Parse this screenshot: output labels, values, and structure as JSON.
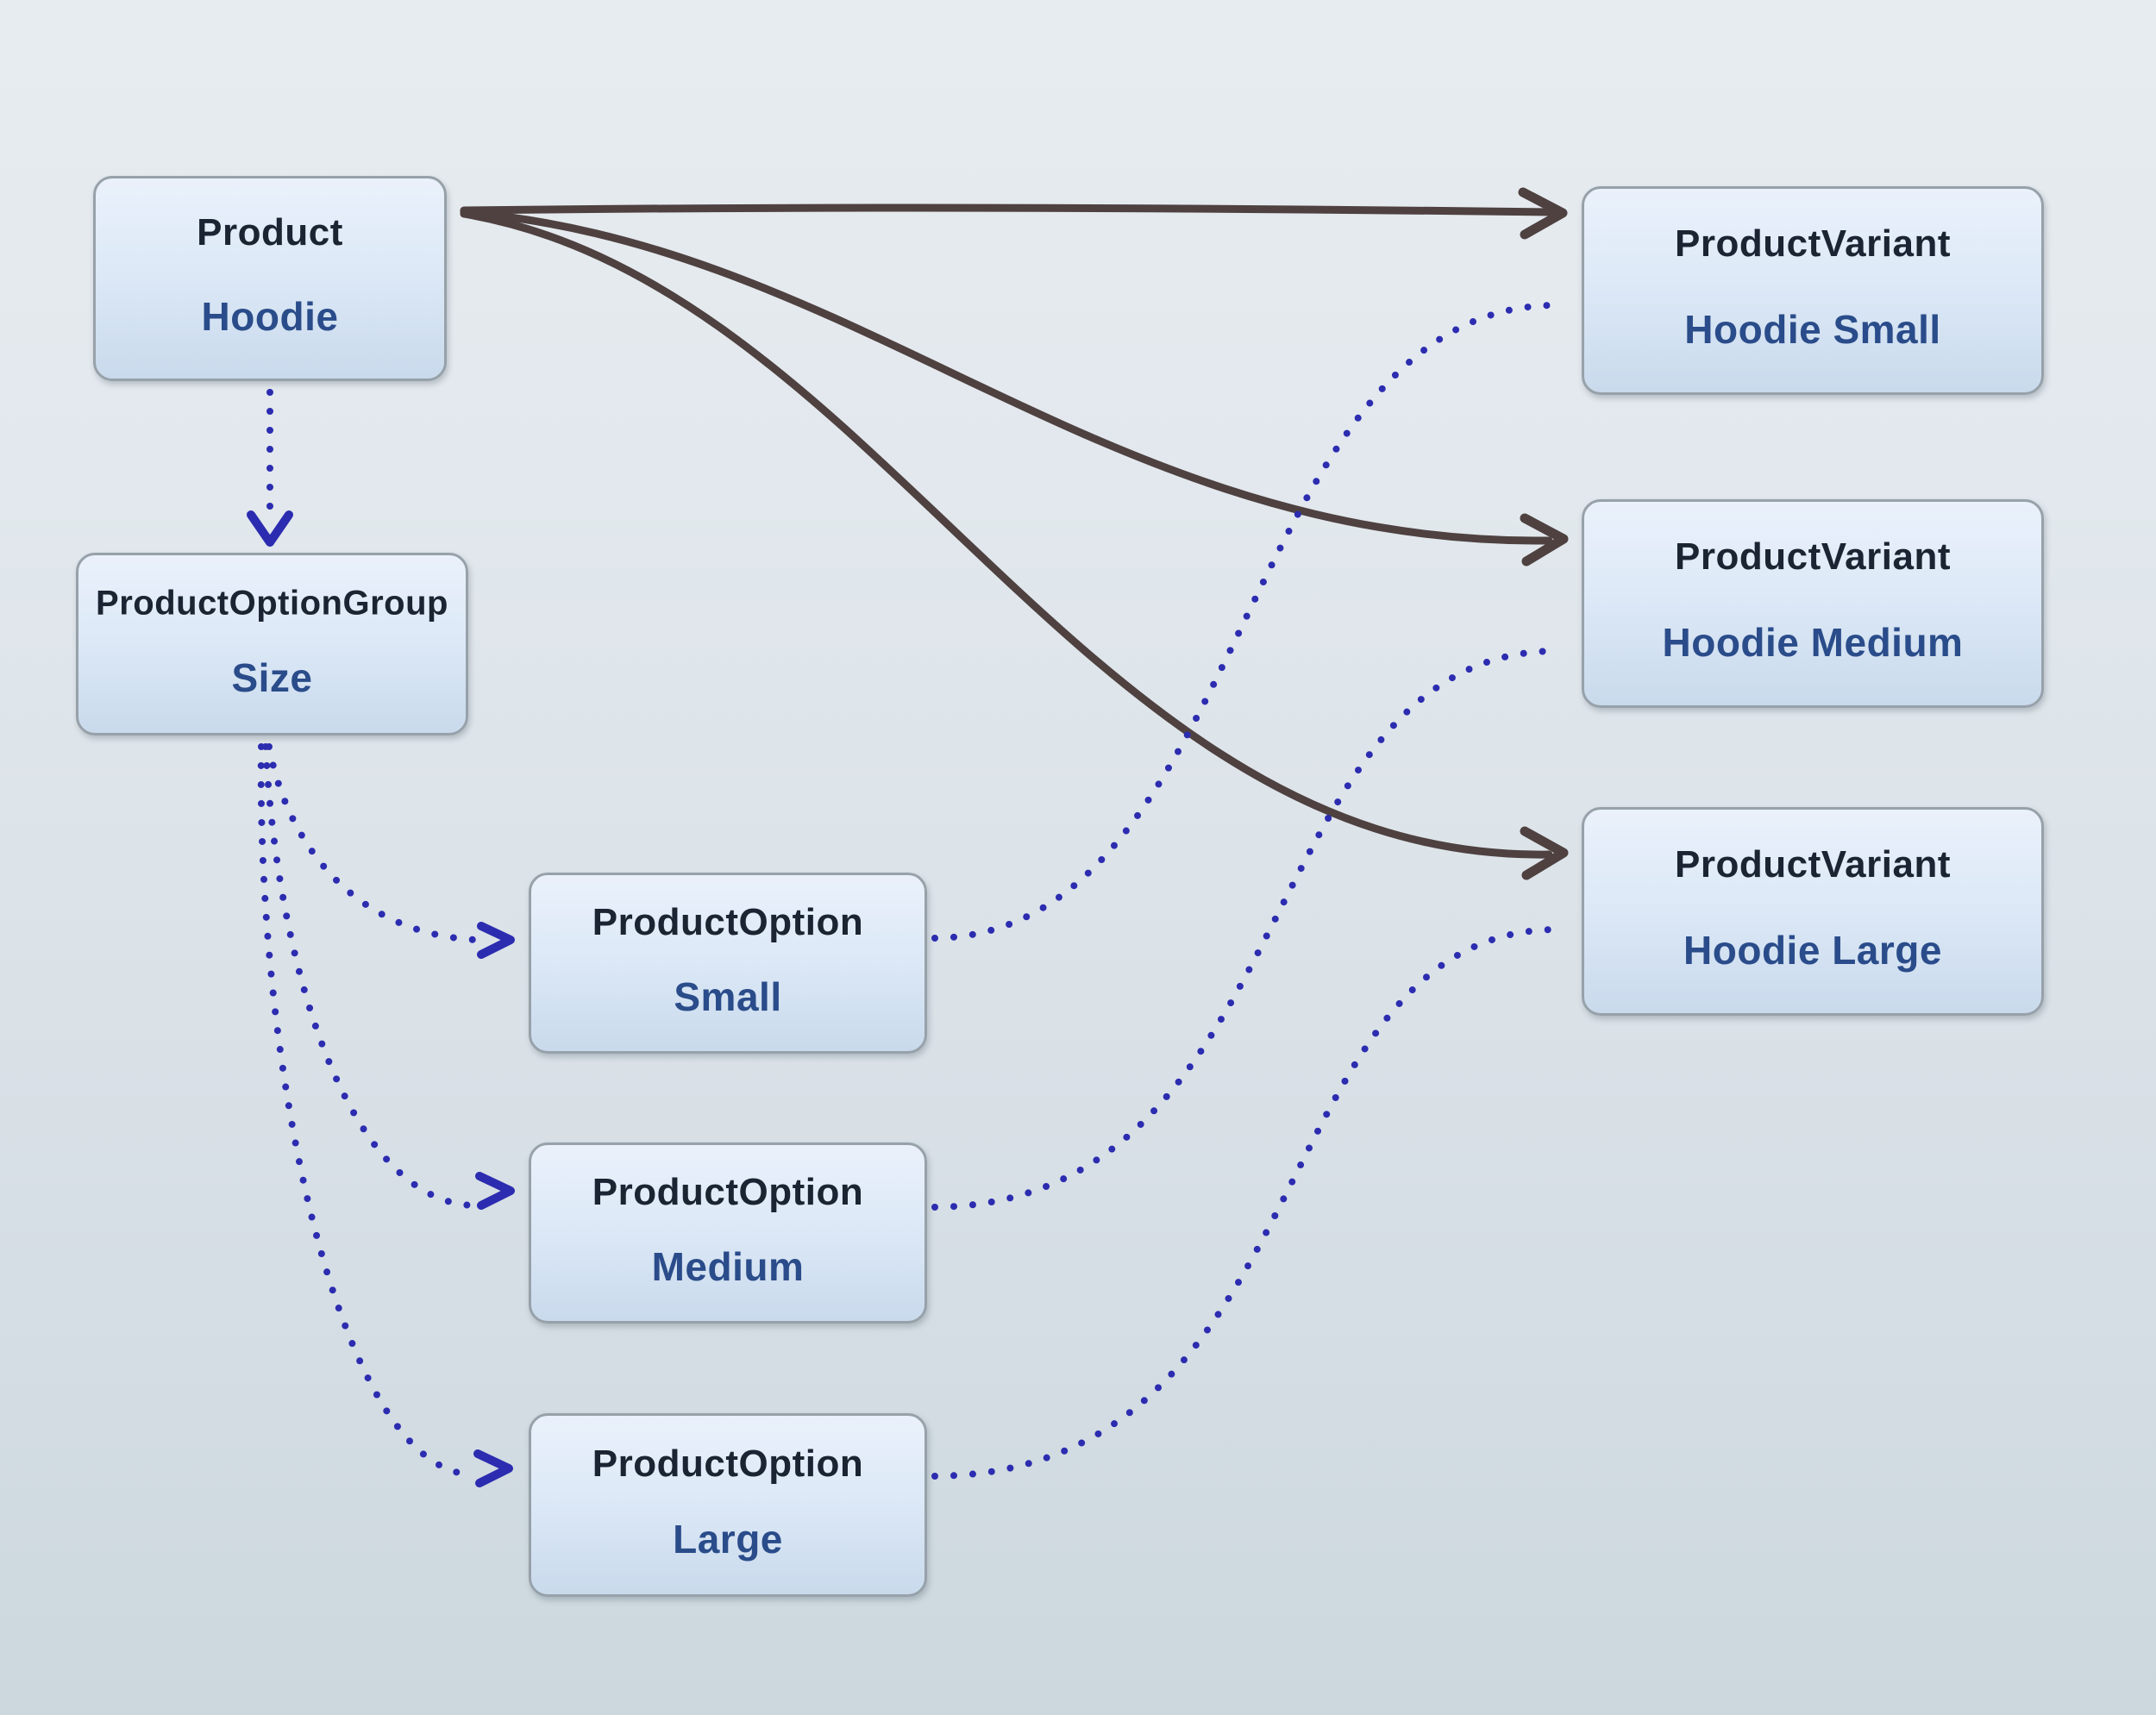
{
  "diagram": {
    "nodes": {
      "product": {
        "type": "Product",
        "name": "Hoodie"
      },
      "optionGroup": {
        "type": "ProductOptionGroup",
        "name": "Size"
      },
      "optionSmall": {
        "type": "ProductOption",
        "name": "Small"
      },
      "optionMedium": {
        "type": "ProductOption",
        "name": "Medium"
      },
      "optionLarge": {
        "type": "ProductOption",
        "name": "Large"
      },
      "variantSmall": {
        "type": "ProductVariant",
        "name": "Hoodie Small"
      },
      "variantMedium": {
        "type": "ProductVariant",
        "name": "Hoodie Medium"
      },
      "variantLarge": {
        "type": "ProductVariant",
        "name": "Hoodie Large"
      }
    },
    "edges": [
      {
        "from": "Product (Hoodie)",
        "to": "ProductVariant (Hoodie Small)",
        "style": "solid"
      },
      {
        "from": "Product (Hoodie)",
        "to": "ProductVariant (Hoodie Medium)",
        "style": "solid"
      },
      {
        "from": "Product (Hoodie)",
        "to": "ProductVariant (Hoodie Large)",
        "style": "solid"
      },
      {
        "from": "Product (Hoodie)",
        "to": "ProductOptionGroup (Size)",
        "style": "dotted"
      },
      {
        "from": "ProductOptionGroup (Size)",
        "to": "ProductOption (Small)",
        "style": "dotted"
      },
      {
        "from": "ProductOptionGroup (Size)",
        "to": "ProductOption (Medium)",
        "style": "dotted"
      },
      {
        "from": "ProductOptionGroup (Size)",
        "to": "ProductOption (Large)",
        "style": "dotted"
      },
      {
        "from": "ProductOption (Small)",
        "to": "ProductVariant (Hoodie Small)",
        "style": "dotted"
      },
      {
        "from": "ProductOption (Medium)",
        "to": "ProductVariant (Hoodie Medium)",
        "style": "dotted"
      },
      {
        "from": "ProductOption (Large)",
        "to": "ProductVariant (Hoodie Large)",
        "style": "dotted"
      }
    ],
    "colors": {
      "background_top": "#e7ecf0",
      "background_bottom": "#ccd8de",
      "node_fill_top": "#eaf1fb",
      "node_fill_bottom": "#c9daec",
      "node_border": "#97a1a9",
      "node_type_text": "#1b2433",
      "node_value_text": "#2a4c8a",
      "solid_edge": "#4e4140",
      "dotted_edge": "#2c2cb0"
    }
  }
}
